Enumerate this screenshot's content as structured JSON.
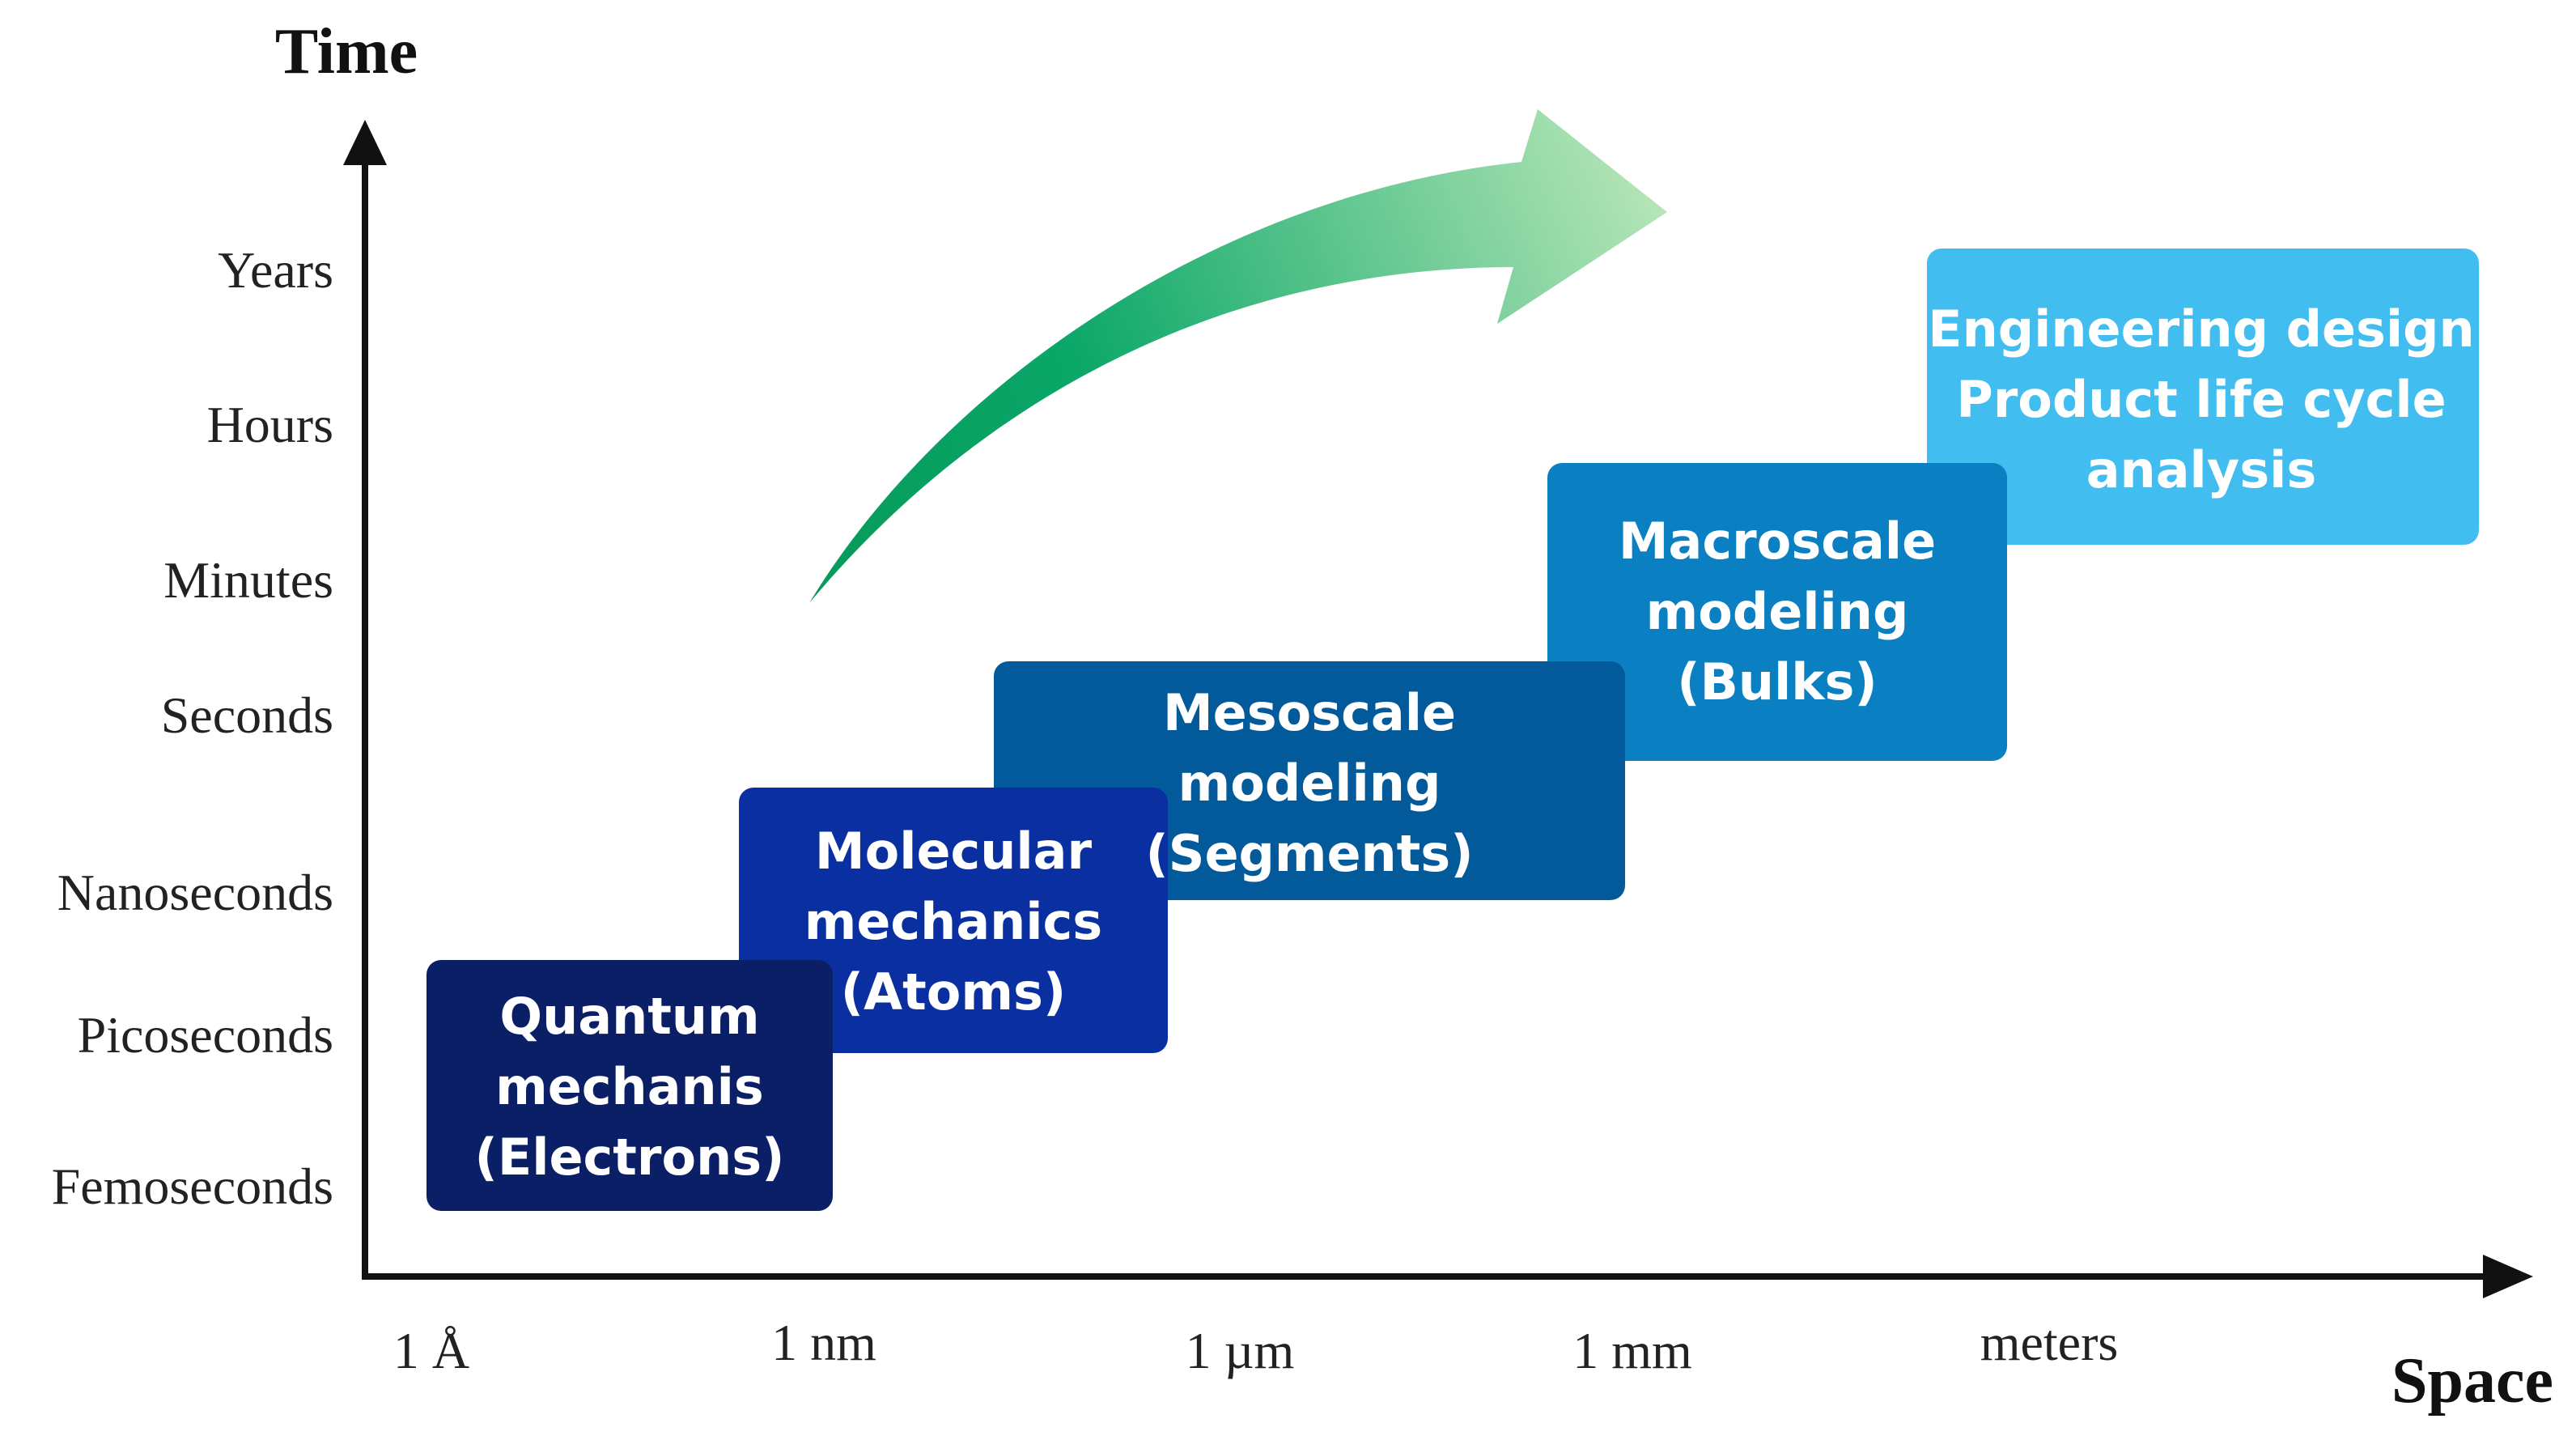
{
  "axes": {
    "y_title": "Time",
    "x_title": "Space",
    "time_ticks": [
      "Years",
      "Hours",
      "Minutes",
      "Seconds",
      "Nanoseconds",
      "Picoseconds",
      "Femoseconds"
    ],
    "space_ticks": [
      "1 Å",
      "1 nm",
      "1 µm",
      "1 mm",
      "meters"
    ]
  },
  "boxes": [
    {
      "lines": [
        "Quantum",
        "mechanis",
        "(Electrons)"
      ],
      "color": "#0b1f66"
    },
    {
      "lines": [
        "Molecular",
        "mechanics",
        "(Atoms)"
      ],
      "color": "#0a2fa0"
    },
    {
      "lines": [
        "Mesoscale",
        "modeling",
        "(Segments)"
      ],
      "color": "#035a9a"
    },
    {
      "lines": [
        "Macroscale",
        "modeling",
        "(Bulks)"
      ],
      "color": "#0a7fc1"
    },
    {
      "lines": [
        "Engineering design",
        "Product life cycle",
        "analysis"
      ],
      "color": "#42bdf0"
    }
  ],
  "arrow_colors": {
    "start": "#069a5b",
    "end": "#b8e6b8"
  },
  "axis_color": "#111111"
}
